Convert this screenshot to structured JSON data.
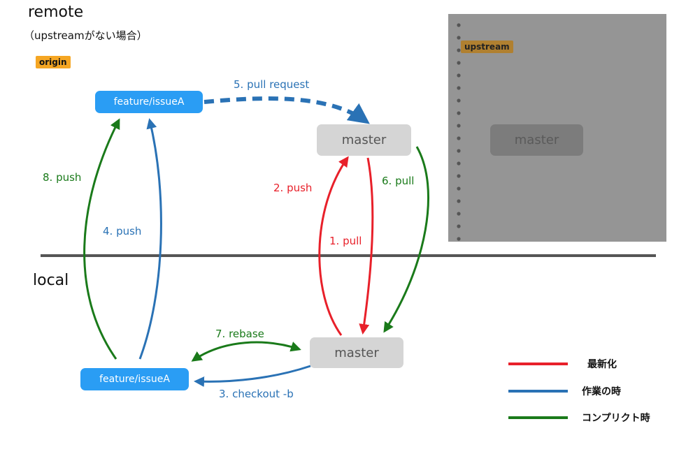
{
  "labels": {
    "remote": "remote",
    "remote_note": "（upstreamがない場合）",
    "origin": "origin",
    "upstream": "upstream",
    "local": "local"
  },
  "nodes": {
    "remote_feature": "feature/issueA",
    "remote_master": "master",
    "upstream_master": "master",
    "local_master": "master",
    "local_feature": "feature/issueA"
  },
  "edges": [
    {
      "id": "1",
      "label": "1. pull",
      "color": "#e8202a"
    },
    {
      "id": "2",
      "label": "2. push",
      "color": "#e8202a"
    },
    {
      "id": "3",
      "label": "3. checkout -b",
      "color": "#2a72b5"
    },
    {
      "id": "4",
      "label": "4. push",
      "color": "#2a72b5"
    },
    {
      "id": "5",
      "label": "5. pull request",
      "color": "#2a72b5"
    },
    {
      "id": "6",
      "label": "6. pull",
      "color": "#1a7a1a"
    },
    {
      "id": "7",
      "label": "7. rebase",
      "color": "#1a7a1a"
    },
    {
      "id": "8",
      "label": "8. push",
      "color": "#1a7a1a"
    }
  ],
  "legend": [
    {
      "label": "最新化",
      "color": "#e8202a"
    },
    {
      "label": "作業の時",
      "color": "#2a72b5"
    },
    {
      "label": "コンプリクト時",
      "color": "#1a7a1a"
    }
  ]
}
